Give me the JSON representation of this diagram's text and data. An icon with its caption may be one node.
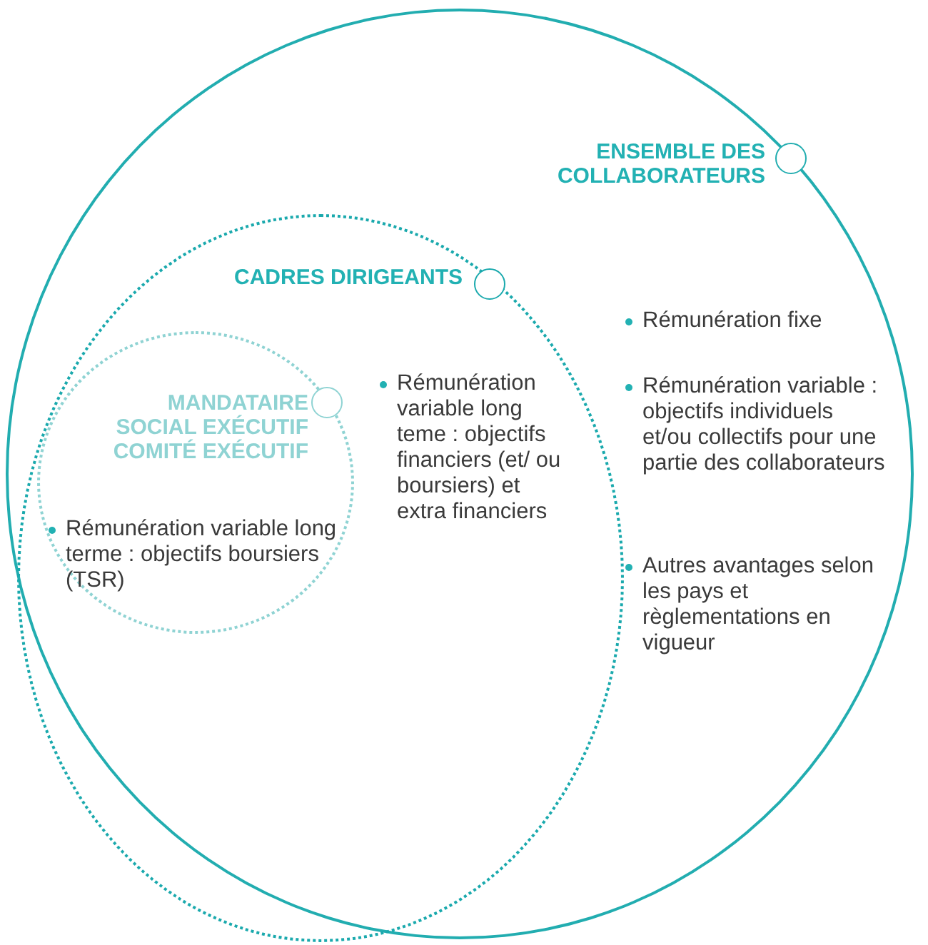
{
  "diagram": {
    "nodes": [
      {
        "text": [
          "ENSEMBLE DES COLLABORATEURS",
          "Rémunération fixe",
          "Rémunération variable : objectifs individuels et/ou collectifs pour une partie des collaborateurs",
          "Autres avantages selon les pays et règlementations en vigueur"
        ]
      },
      {
        "text": [
          "CADRES DIRIGEANTS",
          "Rémunération variable long teme : objectifs financiers (et/ ou boursiers) et extra financiers"
        ],
        "in": 0
      },
      {
        "text": [
          "MANDATAIRE SOCIAL EXÉCUTIF COMITÉ EXÉCUTIF",
          "Rémunération variable long terme : objectifs boursiers (TSR)"
        ],
        "in": 1
      }
    ]
  }
}
